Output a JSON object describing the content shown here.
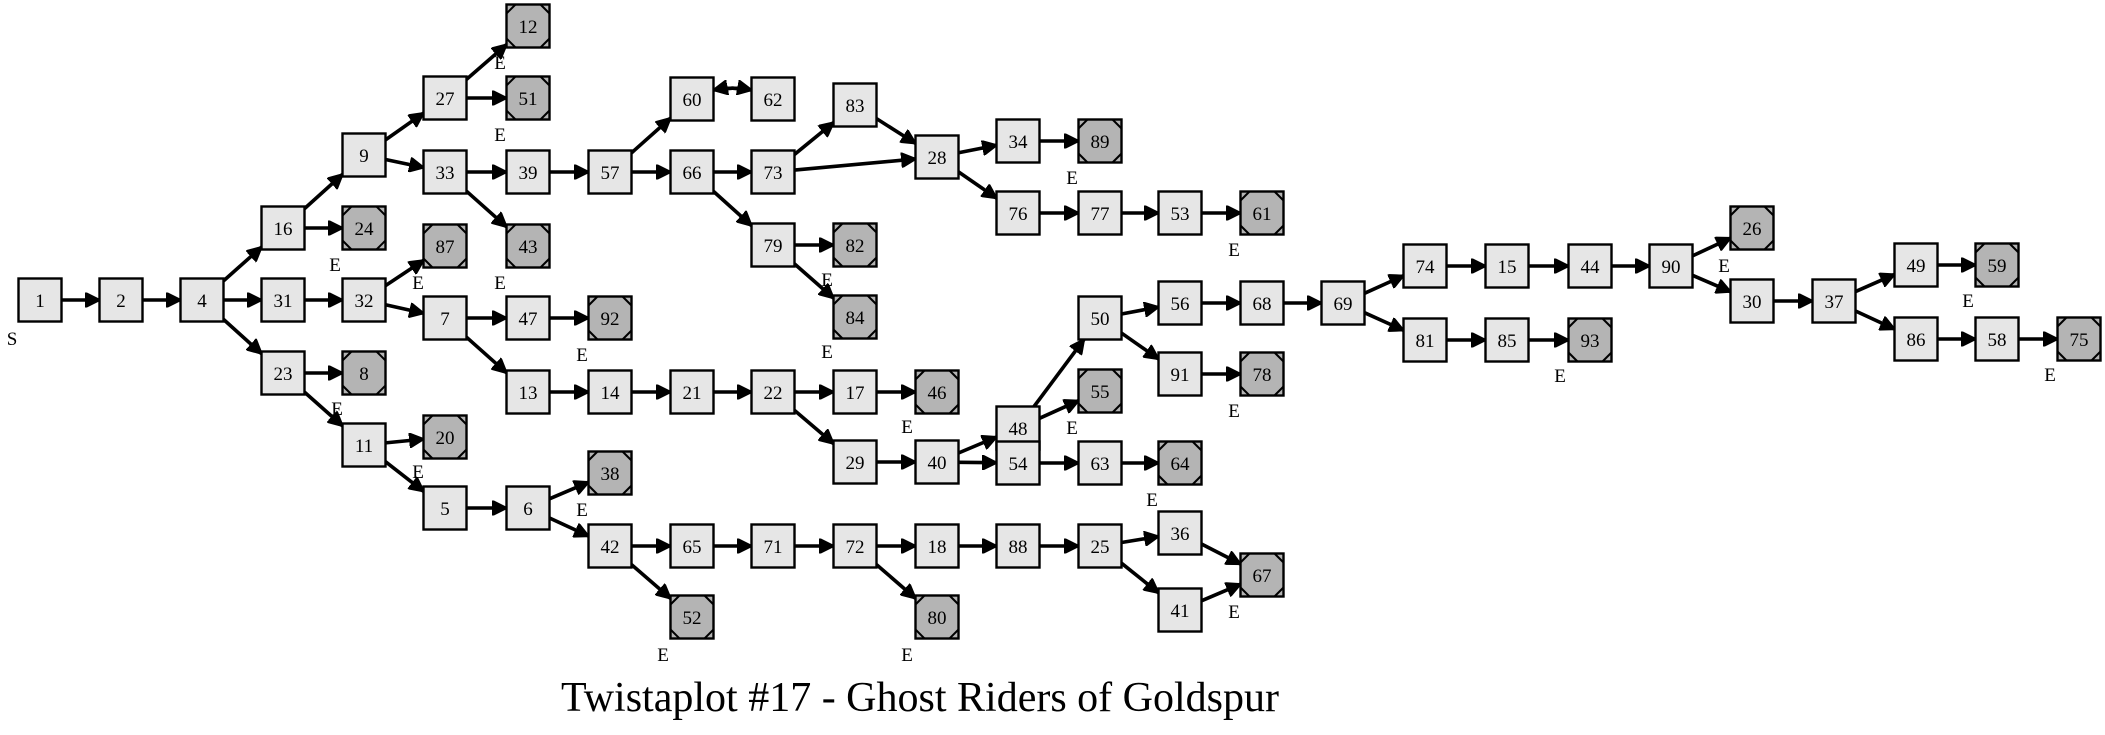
{
  "title": "Twistaplot #17 - Ghost Riders of Goldspur",
  "colors": {
    "node_fill": "#e6e6e6",
    "ending_fill": "#b4b4b4",
    "stroke": "#000000",
    "background": "#ffffff"
  },
  "start_marker": "S",
  "end_marker": "E",
  "nodes": [
    {
      "id": "1"
    },
    {
      "id": "2"
    },
    {
      "id": "4"
    },
    {
      "id": "16"
    },
    {
      "id": "31"
    },
    {
      "id": "23"
    },
    {
      "id": "9"
    },
    {
      "id": "24",
      "ending": true
    },
    {
      "id": "32"
    },
    {
      "id": "8",
      "ending": true
    },
    {
      "id": "11"
    },
    {
      "id": "27"
    },
    {
      "id": "33"
    },
    {
      "id": "87",
      "ending": true
    },
    {
      "id": "7"
    },
    {
      "id": "20",
      "ending": true
    },
    {
      "id": "5"
    },
    {
      "id": "12",
      "ending": true
    },
    {
      "id": "51",
      "ending": true
    },
    {
      "id": "39"
    },
    {
      "id": "43",
      "ending": true
    },
    {
      "id": "47"
    },
    {
      "id": "13"
    },
    {
      "id": "6"
    },
    {
      "id": "57"
    },
    {
      "id": "92",
      "ending": true
    },
    {
      "id": "14"
    },
    {
      "id": "38",
      "ending": true
    },
    {
      "id": "42"
    },
    {
      "id": "60"
    },
    {
      "id": "66"
    },
    {
      "id": "21"
    },
    {
      "id": "65"
    },
    {
      "id": "52",
      "ending": true
    },
    {
      "id": "62"
    },
    {
      "id": "73"
    },
    {
      "id": "79"
    },
    {
      "id": "22"
    },
    {
      "id": "71"
    },
    {
      "id": "83"
    },
    {
      "id": "82",
      "ending": true
    },
    {
      "id": "84",
      "ending": true
    },
    {
      "id": "17"
    },
    {
      "id": "29"
    },
    {
      "id": "72"
    },
    {
      "id": "28"
    },
    {
      "id": "46",
      "ending": true
    },
    {
      "id": "40"
    },
    {
      "id": "18"
    },
    {
      "id": "80",
      "ending": true
    },
    {
      "id": "34"
    },
    {
      "id": "76"
    },
    {
      "id": "48"
    },
    {
      "id": "54"
    },
    {
      "id": "88"
    },
    {
      "id": "89",
      "ending": true
    },
    {
      "id": "77"
    },
    {
      "id": "50"
    },
    {
      "id": "55",
      "ending": true
    },
    {
      "id": "63"
    },
    {
      "id": "25"
    },
    {
      "id": "53"
    },
    {
      "id": "56"
    },
    {
      "id": "91"
    },
    {
      "id": "64",
      "ending": true
    },
    {
      "id": "36"
    },
    {
      "id": "41"
    },
    {
      "id": "61",
      "ending": true
    },
    {
      "id": "68"
    },
    {
      "id": "78",
      "ending": true
    },
    {
      "id": "67",
      "ending": true
    },
    {
      "id": "69"
    },
    {
      "id": "74"
    },
    {
      "id": "81"
    },
    {
      "id": "15"
    },
    {
      "id": "85"
    },
    {
      "id": "44"
    },
    {
      "id": "93",
      "ending": true
    },
    {
      "id": "90"
    },
    {
      "id": "26",
      "ending": true
    },
    {
      "id": "30"
    },
    {
      "id": "37"
    },
    {
      "id": "49"
    },
    {
      "id": "86"
    },
    {
      "id": "59",
      "ending": true
    },
    {
      "id": "58"
    },
    {
      "id": "75",
      "ending": true
    }
  ],
  "edges": [
    [
      "1",
      "2"
    ],
    [
      "2",
      "4"
    ],
    [
      "4",
      "16"
    ],
    [
      "4",
      "31"
    ],
    [
      "4",
      "23"
    ],
    [
      "16",
      "9"
    ],
    [
      "16",
      "24"
    ],
    [
      "31",
      "32"
    ],
    [
      "23",
      "8"
    ],
    [
      "23",
      "11"
    ],
    [
      "9",
      "27"
    ],
    [
      "9",
      "33"
    ],
    [
      "32",
      "87"
    ],
    [
      "32",
      "7"
    ],
    [
      "11",
      "20"
    ],
    [
      "11",
      "5"
    ],
    [
      "27",
      "12"
    ],
    [
      "27",
      "51"
    ],
    [
      "33",
      "39"
    ],
    [
      "33",
      "43"
    ],
    [
      "7",
      "47"
    ],
    [
      "7",
      "13"
    ],
    [
      "5",
      "6"
    ],
    [
      "39",
      "57"
    ],
    [
      "47",
      "92"
    ],
    [
      "13",
      "14"
    ],
    [
      "6",
      "38"
    ],
    [
      "6",
      "42"
    ],
    [
      "57",
      "60"
    ],
    [
      "57",
      "66"
    ],
    [
      "14",
      "21"
    ],
    [
      "42",
      "65"
    ],
    [
      "42",
      "52"
    ],
    [
      "60",
      "62"
    ],
    [
      "62",
      "60"
    ],
    [
      "66",
      "73"
    ],
    [
      "66",
      "79"
    ],
    [
      "21",
      "22"
    ],
    [
      "65",
      "71"
    ],
    [
      "73",
      "83"
    ],
    [
      "73",
      "28"
    ],
    [
      "83",
      "28"
    ],
    [
      "79",
      "82"
    ],
    [
      "79",
      "84"
    ],
    [
      "22",
      "17"
    ],
    [
      "22",
      "29"
    ],
    [
      "71",
      "72"
    ],
    [
      "28",
      "34"
    ],
    [
      "28",
      "76"
    ],
    [
      "17",
      "46"
    ],
    [
      "29",
      "40"
    ],
    [
      "72",
      "18"
    ],
    [
      "72",
      "80"
    ],
    [
      "34",
      "89"
    ],
    [
      "76",
      "77"
    ],
    [
      "40",
      "48"
    ],
    [
      "40",
      "54"
    ],
    [
      "18",
      "88"
    ],
    [
      "77",
      "53"
    ],
    [
      "48",
      "50"
    ],
    [
      "48",
      "55"
    ],
    [
      "54",
      "63"
    ],
    [
      "88",
      "25"
    ],
    [
      "53",
      "61"
    ],
    [
      "50",
      "56"
    ],
    [
      "50",
      "91"
    ],
    [
      "63",
      "64"
    ],
    [
      "25",
      "36"
    ],
    [
      "25",
      "41"
    ],
    [
      "56",
      "68"
    ],
    [
      "91",
      "78"
    ],
    [
      "36",
      "67"
    ],
    [
      "41",
      "67"
    ],
    [
      "68",
      "69"
    ],
    [
      "69",
      "74"
    ],
    [
      "69",
      "81"
    ],
    [
      "74",
      "15"
    ],
    [
      "81",
      "85"
    ],
    [
      "15",
      "44"
    ],
    [
      "85",
      "93"
    ],
    [
      "44",
      "90"
    ],
    [
      "90",
      "26"
    ],
    [
      "90",
      "30"
    ],
    [
      "30",
      "37"
    ],
    [
      "37",
      "49"
    ],
    [
      "37",
      "86"
    ],
    [
      "49",
      "59"
    ],
    [
      "86",
      "58"
    ],
    [
      "58",
      "75"
    ]
  ]
}
